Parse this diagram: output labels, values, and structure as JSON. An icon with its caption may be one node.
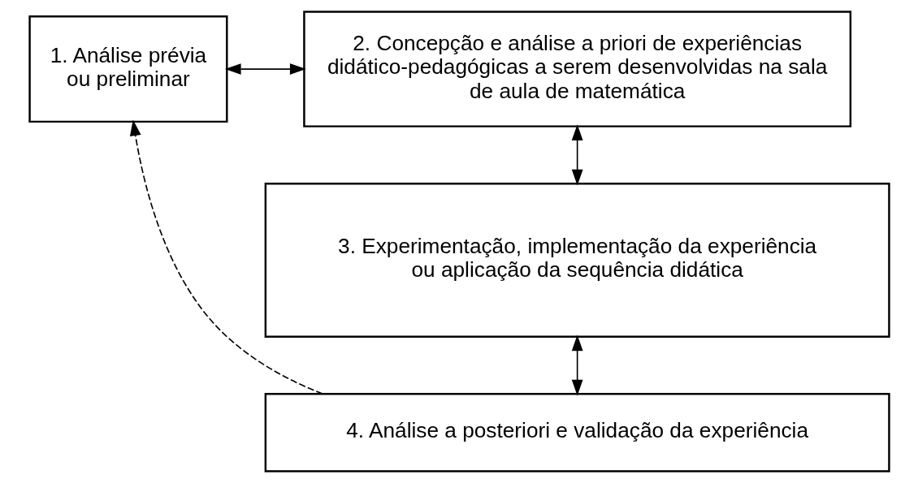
{
  "diagram": {
    "nodes": [
      {
        "text": [
          "1. Análise prévia ou preliminar"
        ]
      },
      {
        "text": [
          "2. Concepção e análise a priori de experiências didático-pedagógicas a serem desenvolvidas na sala de aula de matemática"
        ]
      },
      {
        "text": [
          "3. Experimentação, implementação da experiência ou aplicação da sequência didática"
        ]
      },
      {
        "text": [
          "4. Análise a posteriori e validação da experiência"
        ]
      }
    ],
    "edges": [
      {
        "from": 0,
        "to": 1,
        "arrow": "both"
      },
      {
        "from": 1,
        "to": 2,
        "arrow": "both"
      },
      {
        "from": 2,
        "to": 3,
        "arrow": "both"
      },
      {
        "from": 3,
        "to": 0,
        "arrow": "to",
        "style": "dashed"
      }
    ]
  }
}
